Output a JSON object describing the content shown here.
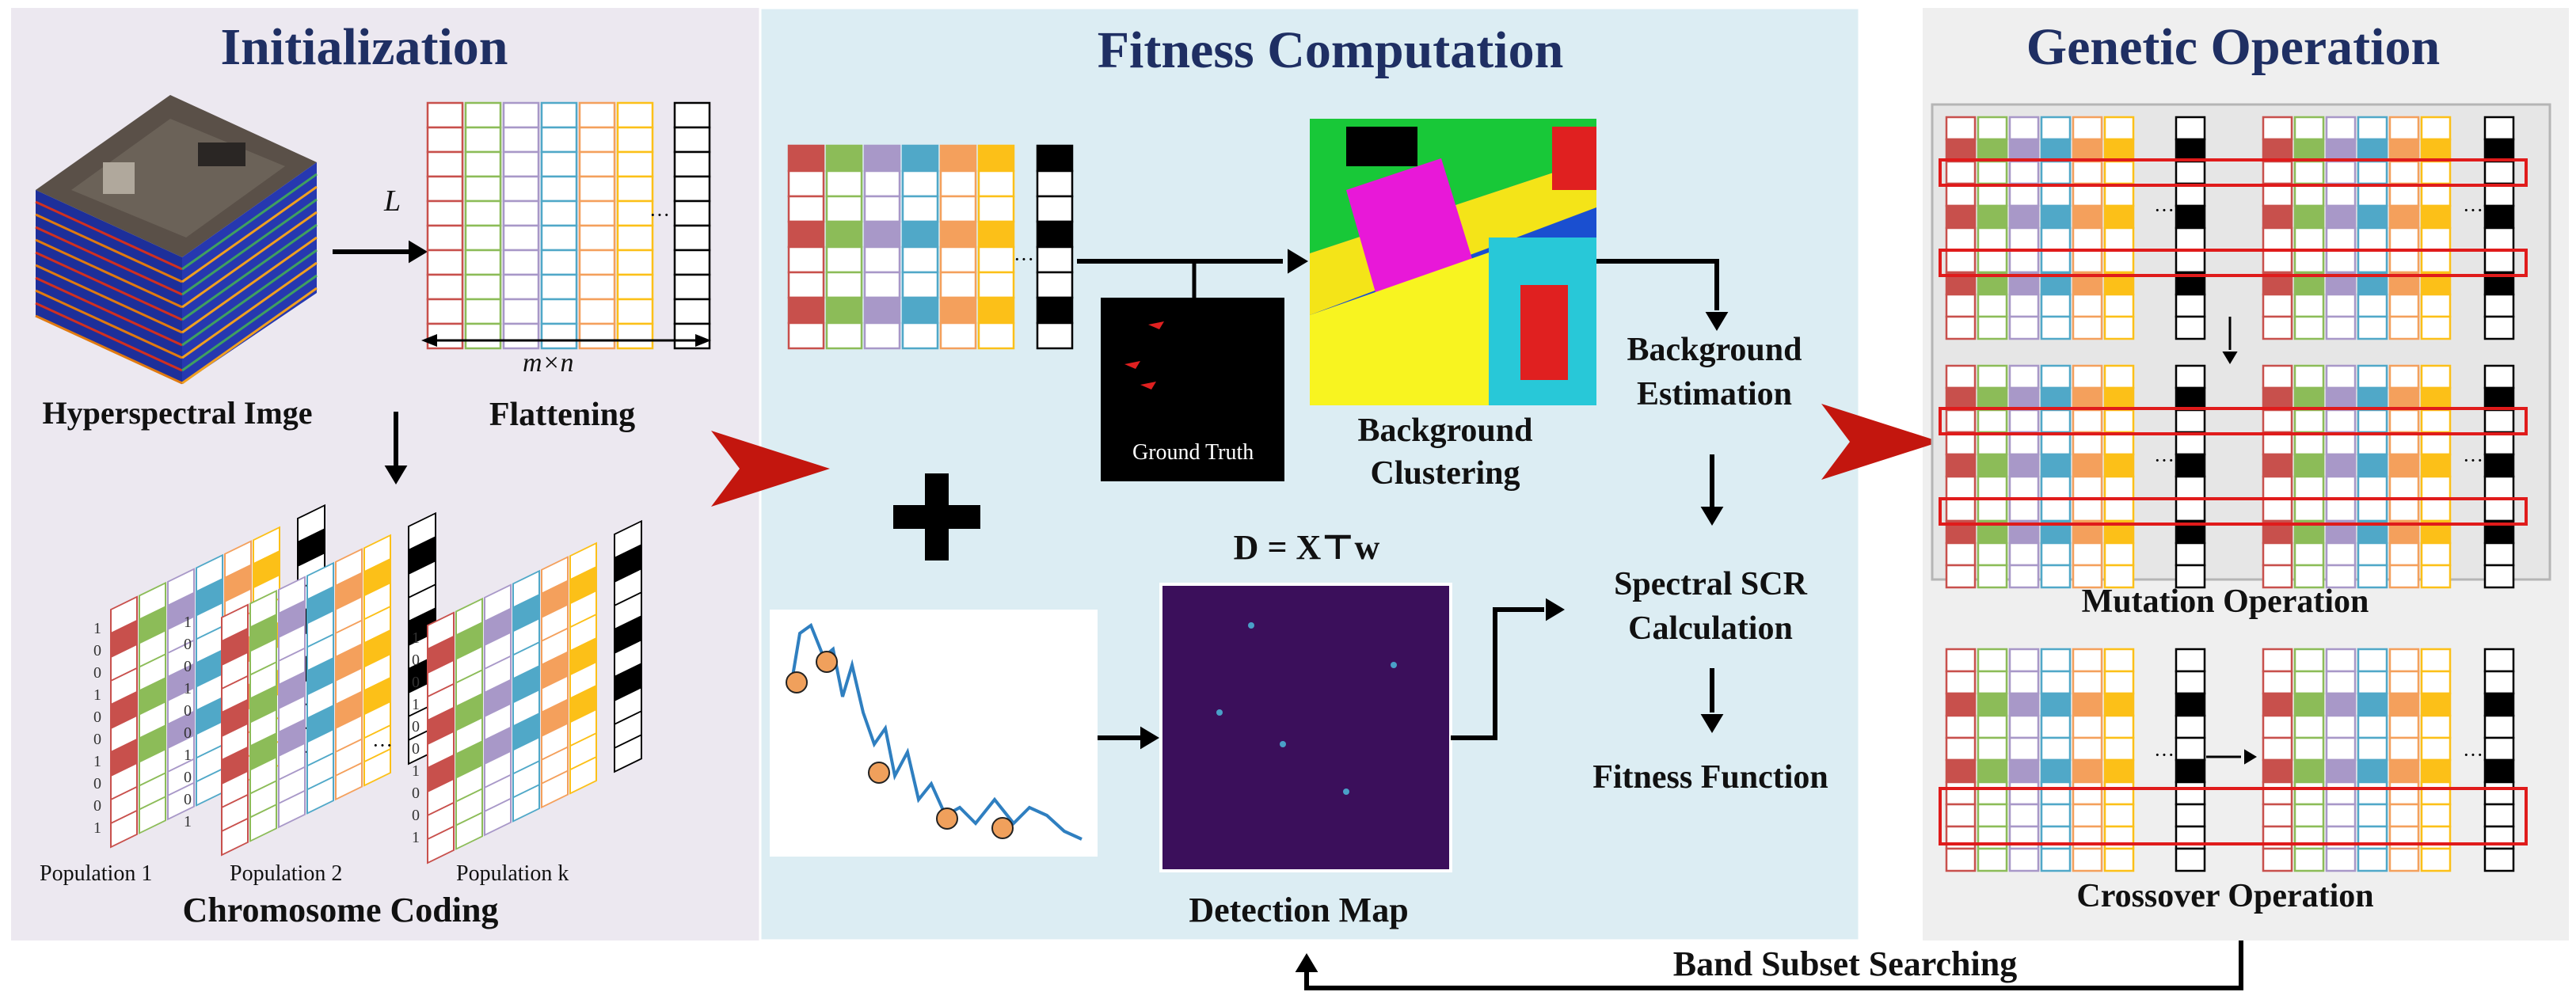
{
  "sections": {
    "initialization": {
      "title": "Initialization",
      "hyperspectral_label": "Hyperspectral Imge",
      "flattening_label": "Flattening",
      "l_label": "L",
      "mn_label": "m×n",
      "chromosome_label": "Chromosome Coding",
      "population_labels": [
        "Population 1",
        "Population 2",
        "Population k"
      ],
      "ellipsis": "···"
    },
    "fitness": {
      "title": "Fitness Computation",
      "ground_truth_label": "Ground Truth",
      "background_clustering_label": [
        "Background",
        "Clustering"
      ],
      "background_estimation_label": [
        "Background",
        "Estimation"
      ],
      "formula": "D = X⊤w",
      "spectral_scr_label": [
        "Spectral SCR",
        "Calculation"
      ],
      "fitness_function_label": "Fitness Function",
      "detection_map_label": "Detection Map"
    },
    "genetic": {
      "title": "Genetic Operation",
      "mutation_label": "Mutation Operation",
      "crossover_label": "Crossover Operation"
    }
  },
  "feedback_label": "Band Subset Searching",
  "colors": {
    "panel_init": "#ece8f0",
    "panel_fitness": "#dcedf3",
    "panel_genetic": "#efefef",
    "title_navy": "#1f2f63",
    "arrow_red": "#c3160e",
    "band_colors": [
      "#c8504c",
      "#8cbc58",
      "#a898c8",
      "#50a8c8",
      "#f4a05c",
      "#fcc018"
    ],
    "highlight_red": "#e01b1b",
    "curve_blue": "#2f7fc0",
    "marker_orange": "#f0a05c",
    "detection_bg": "#3b0f5b"
  },
  "icons": [
    "hyperspectral-cube-image",
    "ground-truth-image",
    "clustering-map-image",
    "spectrum-curve-icon",
    "plus-icon",
    "big-red-arrow-icon"
  ]
}
